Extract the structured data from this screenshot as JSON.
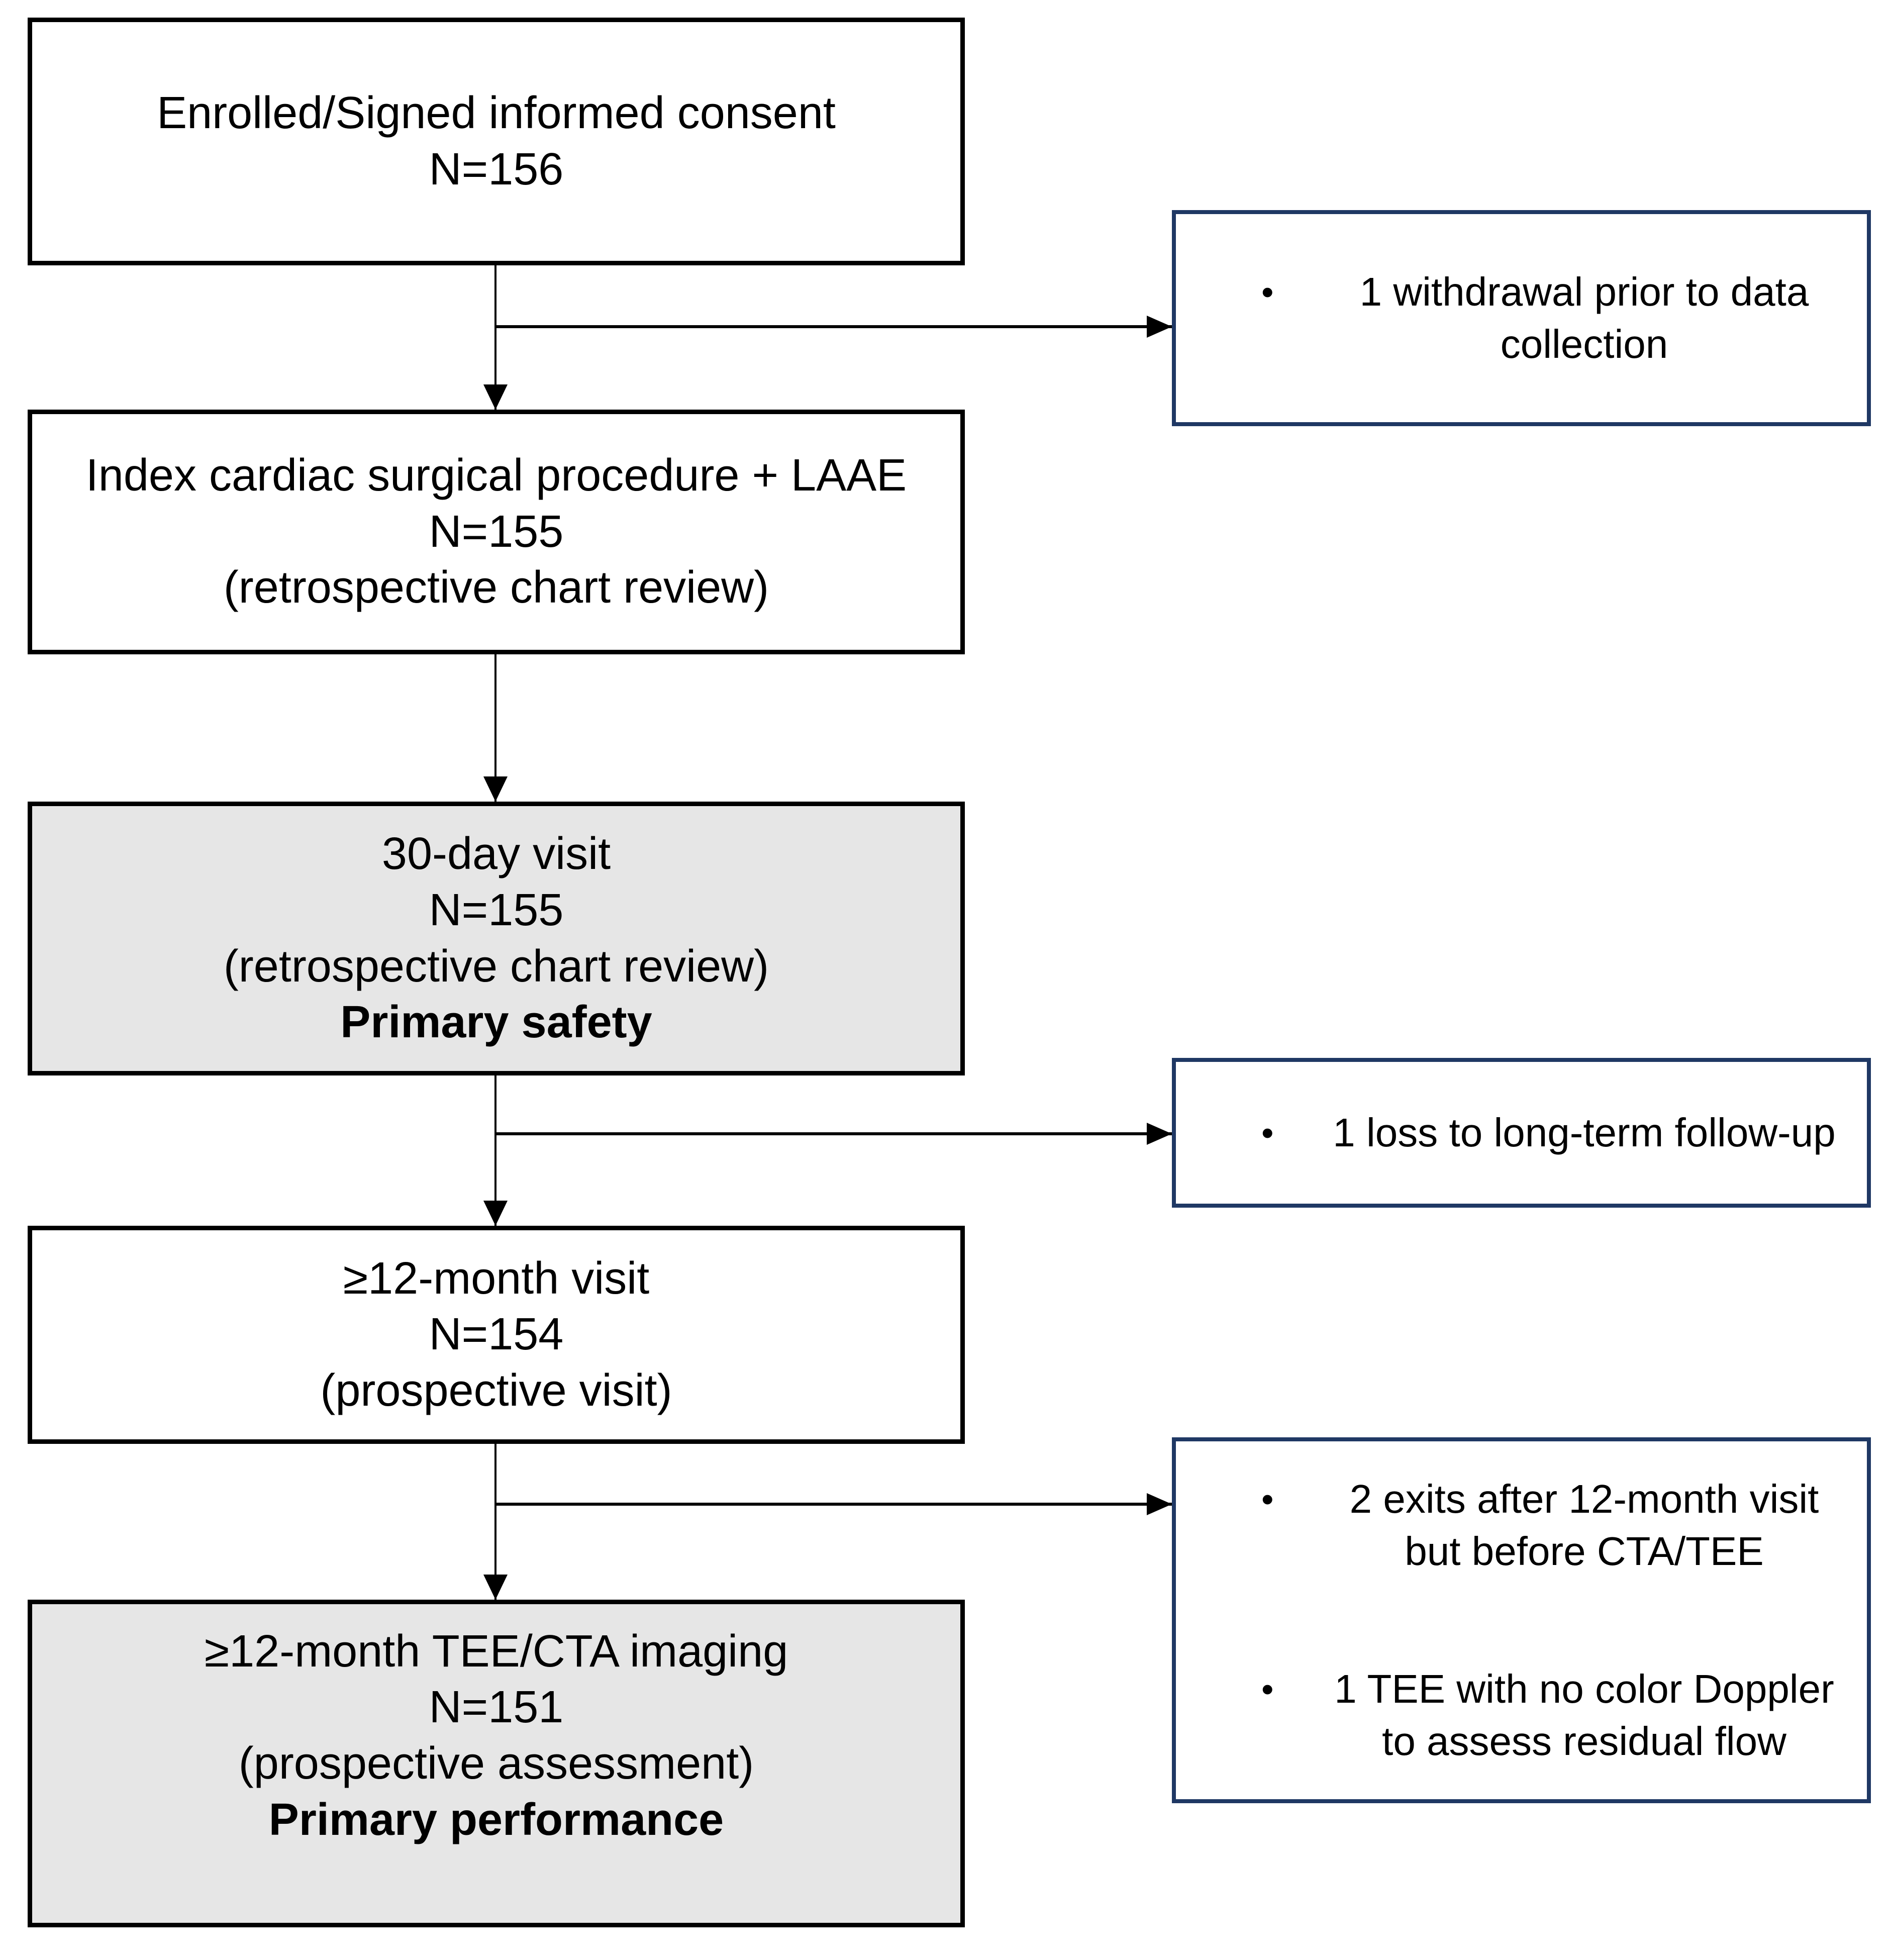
{
  "title": "Study participant flow diagram",
  "colors": {
    "background": "#ffffff",
    "text": "#000000",
    "main_box_border": "#000000",
    "side_box_border": "#1f3864",
    "highlight_fill_gray": "#e6e6e6"
  },
  "flow": {
    "box_enrolled": {
      "line1": "Enrolled/Signed informed consent",
      "line2": "N=156"
    },
    "box_index_procedure": {
      "line1": "Index cardiac surgical procedure + LAAE",
      "line2": "N=155",
      "line3": "(retrospective chart review)"
    },
    "box_30_day_visit": {
      "line1": "30-day visit",
      "line2": "N=155",
      "line3": "(retrospective chart review)",
      "line4": "Primary safety"
    },
    "box_12_month_visit": {
      "line1": "≥12-month visit",
      "line2": "N=154",
      "line3": "(prospective visit)"
    },
    "box_12_month_imaging": {
      "line1": "≥12-month TEE/CTA imaging",
      "line2": "N=151",
      "line3": "(prospective assessment)",
      "line4": "Primary performance"
    },
    "side_withdrawal": {
      "bullet": "•",
      "item1": "1 withdrawal prior to data collection"
    },
    "side_loss_followup": {
      "bullet": "•",
      "item1": "1 loss to long-term follow-up"
    },
    "side_exits": {
      "bullet": "•",
      "item1": "2 exits after 12-month visit but before CTA/TEE",
      "item2": "1 TEE with no color Doppler to assess residual flow"
    }
  }
}
